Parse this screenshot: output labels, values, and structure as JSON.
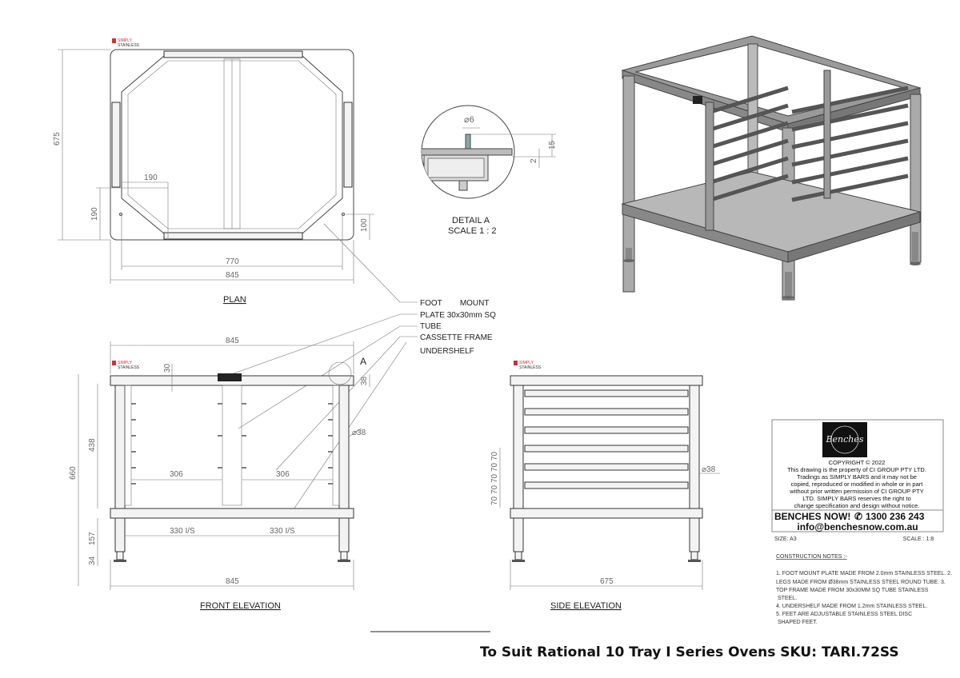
{
  "brand_logo": {
    "line1": "SIMPLY",
    "line2": "STAINLESS"
  },
  "plan": {
    "title": "PLAN",
    "dims": {
      "depth": "675",
      "offset_v": "190",
      "offset_h": "190",
      "edge": "100",
      "inner_width": "770",
      "width": "845"
    }
  },
  "detail": {
    "title": "DETAIL A",
    "scale": "SCALE 1 : 2",
    "dims": {
      "diameter": "⌀6",
      "height": "15",
      "plate": "2"
    },
    "marker": "A"
  },
  "callouts": [
    "FOOT        MOUNT",
    "PLATE 30x30mm SQ",
    "TUBE",
    "CASSETTE FRAME",
    "UNDERSHELF"
  ],
  "front": {
    "title": "FRONT ELEVATION",
    "dims": {
      "top_width": "845",
      "frame": "30",
      "tube": "38",
      "leg": "⌀38",
      "height": "660",
      "upper": "438",
      "lower": "157",
      "foot": "34",
      "bay_left": "306",
      "bay_right": "306",
      "is_left": "330 I/S",
      "is_right": "330 I/S",
      "bottom_width": "845"
    }
  },
  "side": {
    "title": "SIDE ELEVATION",
    "dims": {
      "depth": "675",
      "leg": "⌀38",
      "pitches": [
        "70",
        "70",
        "70",
        "70",
        "70"
      ]
    }
  },
  "title_block": {
    "logo_text": "Benches",
    "copyright": "COPYRIGHT © 2022",
    "notice": [
      "This drawing is the property of CI GROUP PTY LTD.",
      "Tradings as SIMPLY BARS and it may not be",
      "copied, reproduced or modified in whole or in part",
      "without prior written permission of CI GROUP PTY",
      "LTD. SIMPLY BARS reserves the right to",
      "change specification and design without notice."
    ],
    "cta": "BENCHES NOW!",
    "phone": "1300 236 243",
    "email": "info@benchesnow.com.au",
    "size": "SIZE: A3",
    "scale": "SCALE : 1:8"
  },
  "notes": {
    "heading": "CONSTRUCTION NOTES :-",
    "lines": [
      "1. FOOT MOUNT PLATE MADE FROM 2.0mm STAINLESS STEEL. 2.",
      "LEGS MADE FROM Ø38mm STAINLESS STEEL ROUND TUBE. 3.",
      "TOP FRAME MADE FROM 30x30MM SQ TUBE STAINLESS",
      " STEEL.",
      "4. UNDERSHELF MADE FROM 1.2mm STAINLESS STEEL.",
      "5. FEET ARE ADJUSTABLE STAINLESS STEEL DISC",
      " SHAPED FEET."
    ]
  },
  "product_title": "To Suit Rational 10 Tray I Series Ovens SKU: TARI.72SS"
}
